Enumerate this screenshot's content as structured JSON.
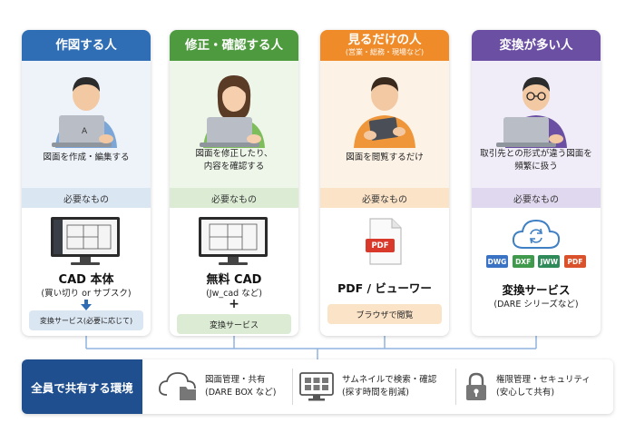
{
  "personas": [
    {
      "title": "作図する人",
      "subtitle": "",
      "description": [
        "図面を作成・編集する"
      ],
      "needs_label": "必要なもの",
      "product_title": "CAD 本体",
      "product_sub": "(買い切り or サブスク)",
      "pill": "変換サービス(必要に応じて)",
      "color": "#2f6db5"
    },
    {
      "title": "修正・確認する人",
      "subtitle": "",
      "description": [
        "図面を修正したり、",
        "内容を確認する"
      ],
      "needs_label": "必要なもの",
      "product_title": "無料 CAD",
      "product_sub": "(Jw_cad など)",
      "plus": "+",
      "pill": "変換サービス",
      "color": "#4e9a3f"
    },
    {
      "title": "見るだけの人",
      "subtitle": "(営業・総務・現場など)",
      "description": [
        "図面を閲覧するだけ"
      ],
      "needs_label": "必要なもの",
      "file_badge": "PDF",
      "product_title": "PDF / ビューワー",
      "pill": "ブラウザで閲覧",
      "color": "#ef8b28"
    },
    {
      "title": "変換が多い人",
      "subtitle": "",
      "description": [
        "取引先との形式が違う図面を",
        "頻繁に扱う"
      ],
      "needs_label": "必要なもの",
      "formats": [
        "DWG",
        "DXF",
        "JWW",
        "PDF"
      ],
      "product_title": "変換サービス",
      "product_sub": "(DARE シリーズなど)",
      "color": "#6a4fa3"
    }
  ],
  "shared": {
    "label": "全員で共有する環境",
    "features": [
      {
        "line1": "図面管理・共有",
        "line2": "(DARE BOX など)",
        "icon": "cloud-folder-icon"
      },
      {
        "line1": "サムネイルで検索・確認",
        "line2": "(探す時間を削減)",
        "icon": "thumbnail-monitor-icon"
      },
      {
        "line1": "権限管理・セキュリティ",
        "line2": "(安心して共有)",
        "icon": "lock-icon"
      }
    ]
  }
}
